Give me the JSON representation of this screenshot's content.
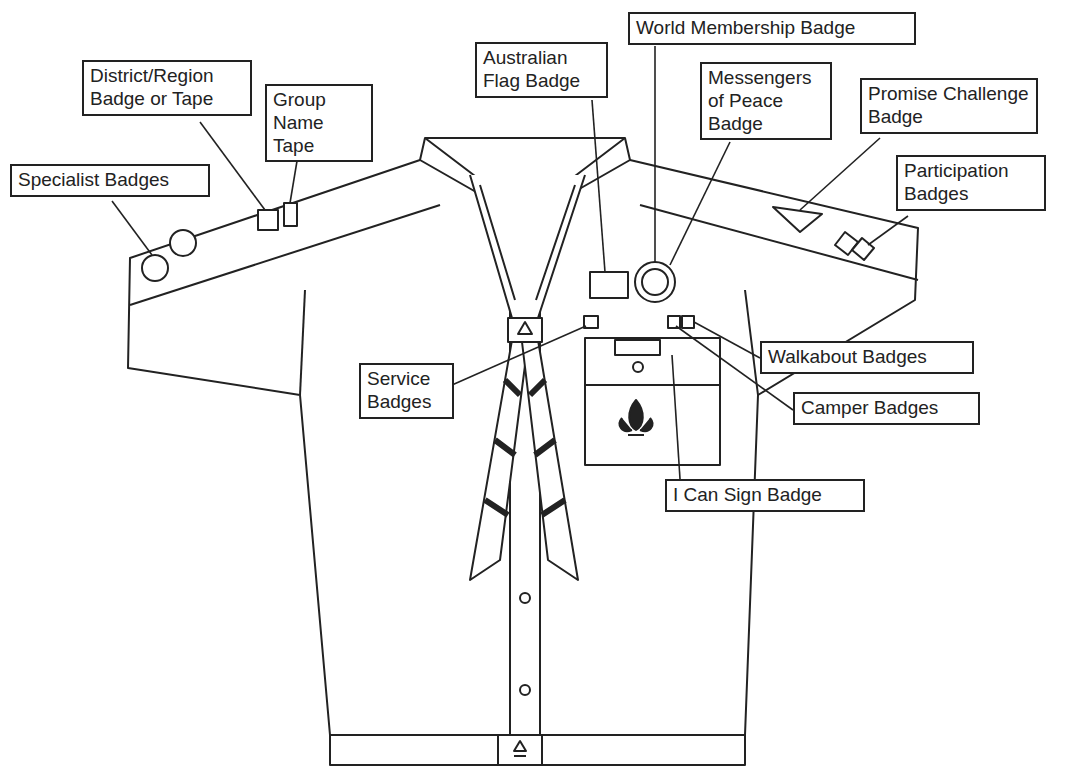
{
  "diagram": {
    "nodes": [
      {
        "text": [
          "World Membership Badge"
        ]
      },
      {
        "text": [
          "Australian Flag Badge"
        ]
      },
      {
        "text": [
          "District/Region Badge or Tape"
        ]
      },
      {
        "text": [
          "Group Name Tape"
        ]
      },
      {
        "text": [
          "Messengers of Peace Badge"
        ]
      },
      {
        "text": [
          "Promise Challenge Badge"
        ]
      },
      {
        "text": [
          "Specialist Badges"
        ]
      },
      {
        "text": [
          "Participation Badges"
        ]
      },
      {
        "text": [
          "Service Badges"
        ]
      },
      {
        "text": [
          "Walkabout Badges"
        ]
      },
      {
        "text": [
          "Camper Badges"
        ]
      },
      {
        "text": [
          "I Can Sign Badge"
        ]
      }
    ]
  }
}
